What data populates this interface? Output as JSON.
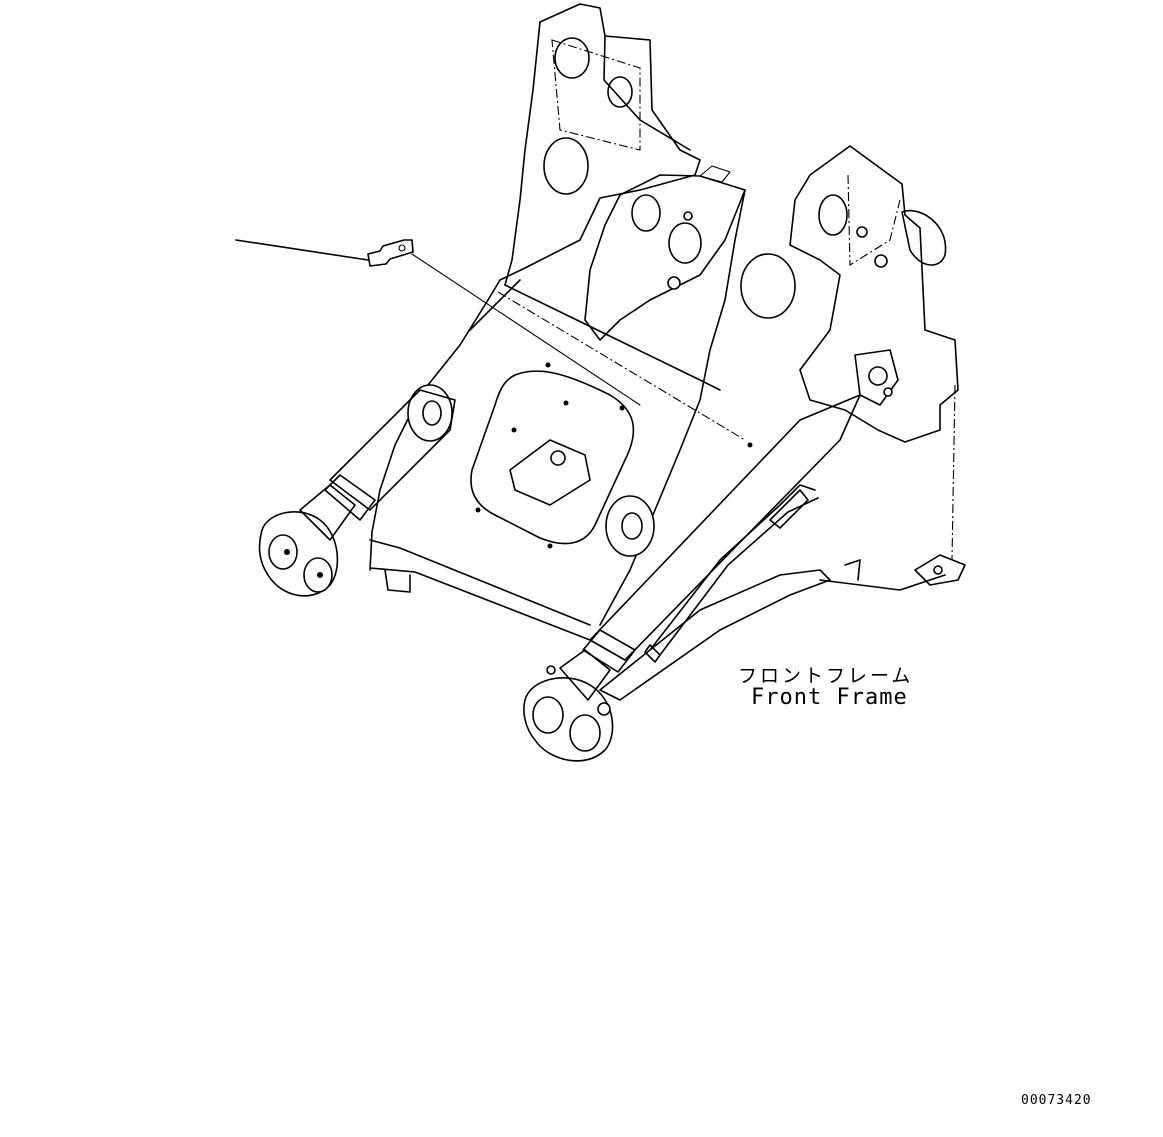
{
  "labels": {
    "part_name_jp": "フロントフレーム",
    "part_name_en": "Front Frame",
    "drawing_number": "00073420"
  },
  "colors": {
    "line": "#000000",
    "background": "#ffffff"
  }
}
